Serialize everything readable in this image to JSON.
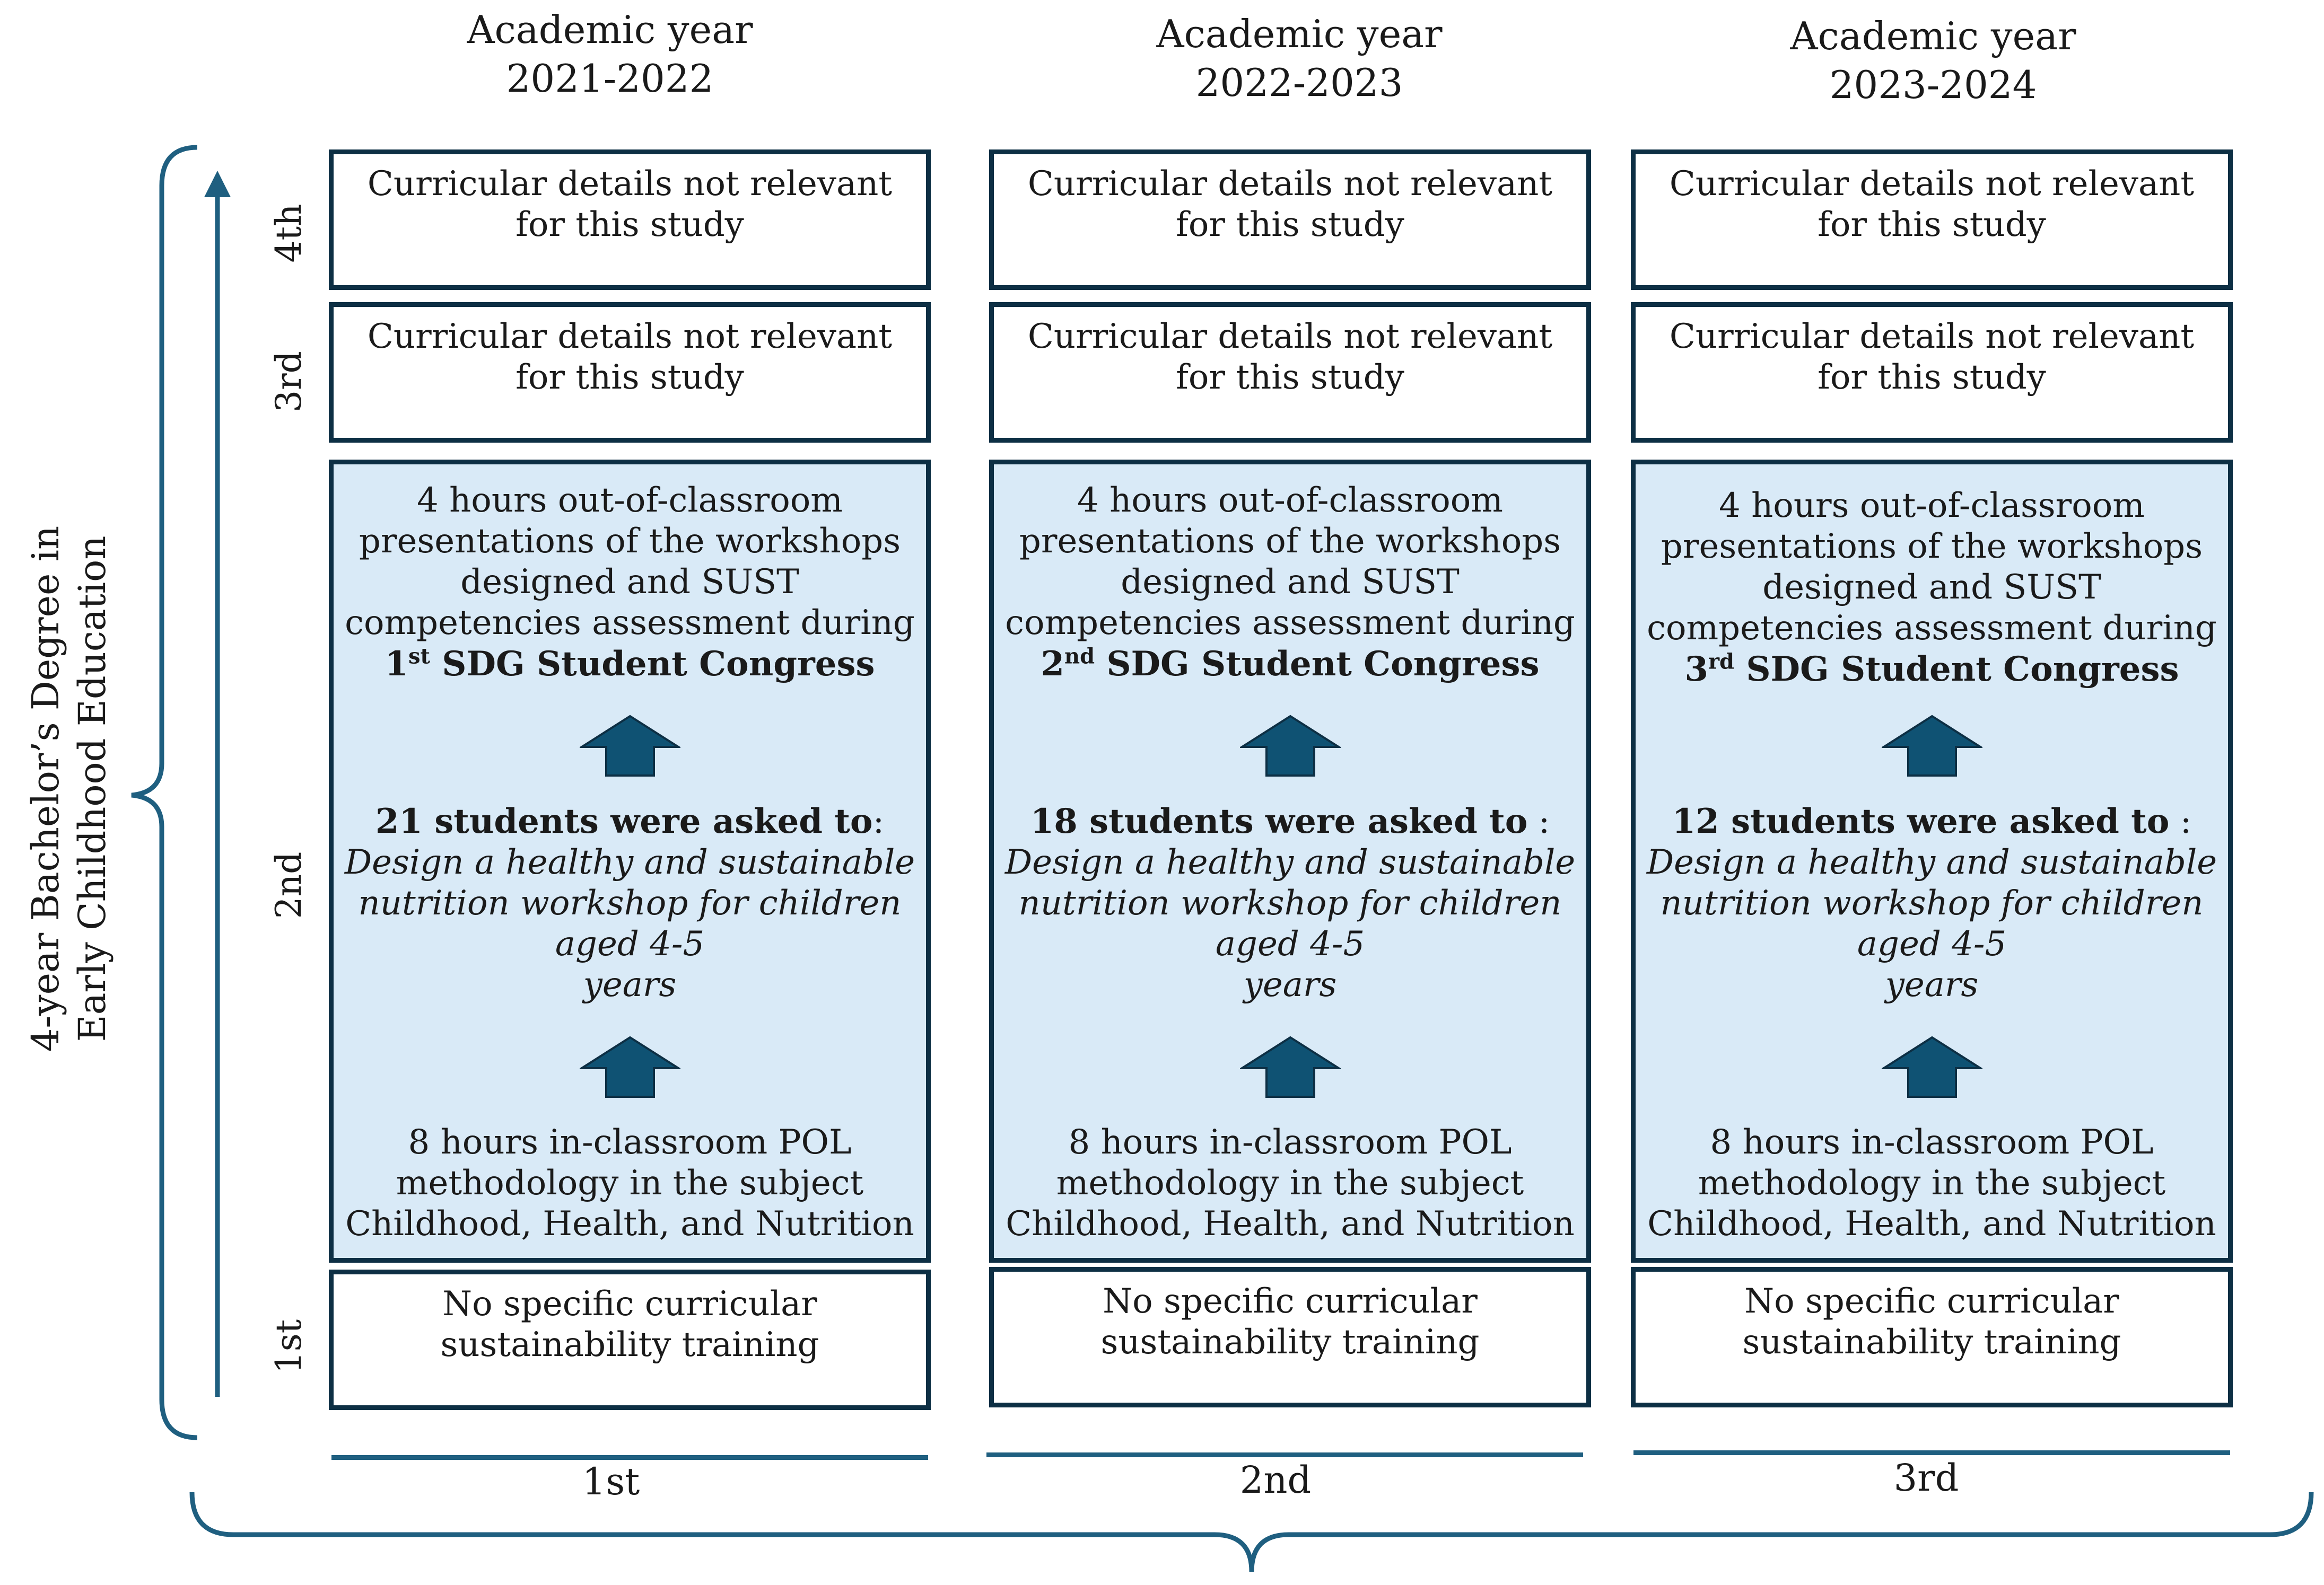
{
  "columns": [
    {
      "heading_line1": "Academic year",
      "heading_line2": "2021-2022",
      "year4_line1": "Curricular details not relevant",
      "year4_line2": "for this study",
      "year3_line1": "Curricular details not relevant",
      "year3_line2": "for this study",
      "presentation_lines": [
        "4 hours out-of-classroom",
        "presentations of the workshops",
        "designed and SUST",
        "competencies assessment during"
      ],
      "congress_ordinal": "1",
      "congress_sup": "st",
      "congress_name": " SDG Student Congress",
      "students_bold": "21 students were asked to",
      "students_suffix": ":",
      "task_lines": [
        "Design a healthy and sustainable",
        "nutrition workshop for children aged 4-5",
        "years"
      ],
      "classroom_lines": [
        "8 hours in-classroom POL",
        "methodology in the subject",
        "Childhood, Health, and Nutrition"
      ],
      "year1_line1": "No specific curricular",
      "year1_line2": "sustainability training",
      "cohort": "1st"
    },
    {
      "heading_line1": "Academic year",
      "heading_line2": "2022-2023",
      "year4_line1": "Curricular details not relevant",
      "year4_line2": "for this study",
      "year3_line1": "Curricular details not relevant",
      "year3_line2": "for this study",
      "presentation_lines": [
        "4 hours out-of-classroom",
        "presentations of the workshops",
        "designed and SUST",
        "competencies assessment during"
      ],
      "congress_ordinal": "2",
      "congress_sup": "nd",
      "congress_name": " SDG Student Congress",
      "students_bold": "18 students were asked to",
      "students_suffix": " :",
      "task_lines": [
        "Design a healthy and sustainable",
        "nutrition workshop for children aged 4-5",
        "years"
      ],
      "classroom_lines": [
        "8 hours in-classroom POL",
        "methodology in the subject",
        "Childhood, Health, and Nutrition"
      ],
      "year1_line1": "No specific curricular",
      "year1_line2": "sustainability training",
      "cohort": "2nd"
    },
    {
      "heading_line1": "Academic year",
      "heading_line2": "2023-2024",
      "year4_line1": "Curricular details not relevant",
      "year4_line2": "for this study",
      "year3_line1": "Curricular details not relevant",
      "year3_line2": "for this study",
      "presentation_lines": [
        "4 hours out-of-classroom",
        "presentations of the workshops",
        "designed and SUST",
        "competencies assessment during"
      ],
      "congress_ordinal": "3",
      "congress_sup": "rd",
      "congress_name": " SDG Student Congress",
      "students_bold": "12 students were asked to",
      "students_suffix": " :",
      "task_lines": [
        "Design a healthy and sustainable",
        "nutrition workshop for children aged 4-5",
        "years"
      ],
      "classroom_lines": [
        "8 hours in-classroom POL",
        "methodology in the subject",
        "Childhood, Health, and Nutrition"
      ],
      "year1_line1": "No specific curricular",
      "year1_line2": "sustainability training",
      "cohort": "3rd"
    }
  ],
  "year_labels": {
    "fourth": "4th",
    "third": "3rd",
    "second": "2nd",
    "first": "1st"
  },
  "degree": {
    "line1": "4-year Bachelor’s Degree in",
    "line2": "Early Childhood Education"
  },
  "colors": {
    "box_border": "#0d2f44",
    "highlight_fill": "#d9eaf7",
    "arrow_fill": "#0f5273",
    "bracket": "#1f5f80"
  },
  "icons": {
    "step_arrow": "up-arrow-icon",
    "progression_arrow": "vertical-arrow-icon"
  }
}
